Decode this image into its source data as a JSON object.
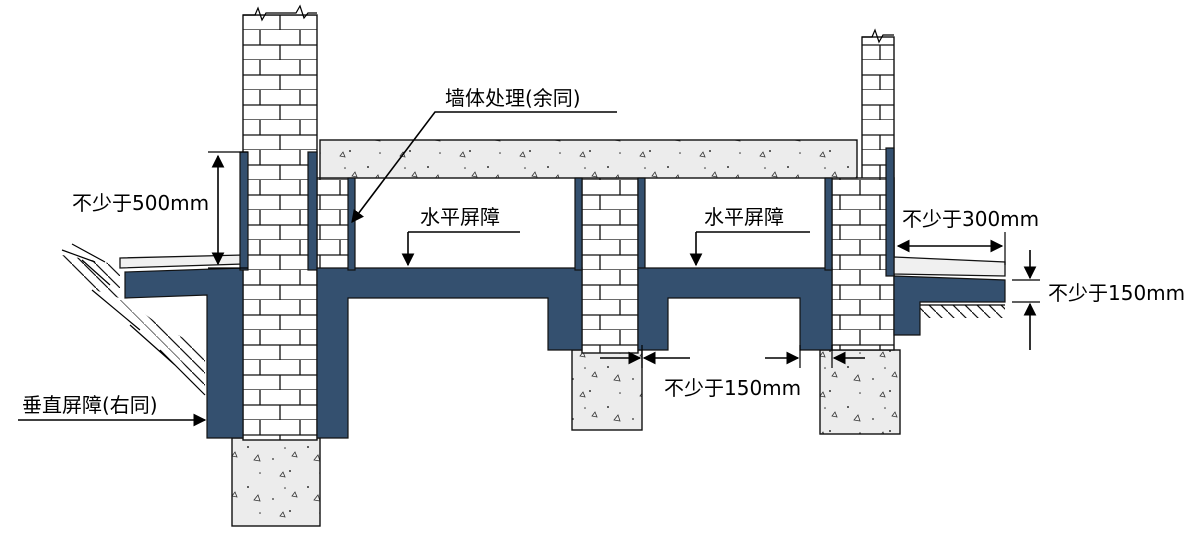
{
  "colors": {
    "barrier": "#34506f",
    "concrete": "#ececec",
    "brick": "#ffffff",
    "line": "#111111"
  },
  "labels": {
    "wall_treatment": "墙体处理(余同)",
    "horizontal_barrier_1": "水平屏障",
    "horizontal_barrier_2": "水平屏障",
    "vertical_barrier": "垂直屏障(右同)",
    "min_500": "不少于500mm",
    "min_300": "不少于300mm",
    "min_150_right": "不少于150mm",
    "min_150_bottom": "不少于150mm"
  }
}
